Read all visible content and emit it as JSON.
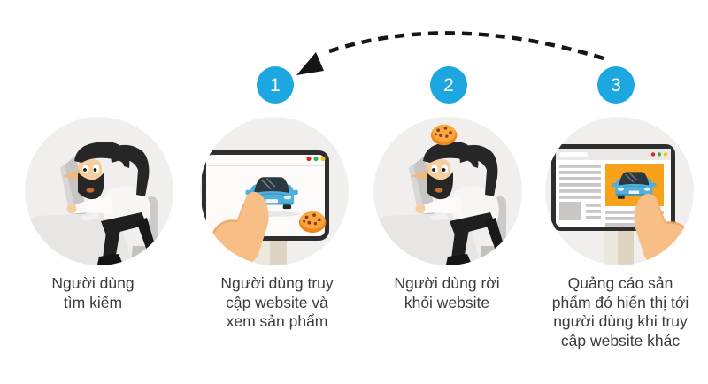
{
  "figures": [
    {
      "name": "user-searching",
      "badge": "",
      "caption_lines": [
        "Người dùng",
        "tìm kiếm"
      ]
    },
    {
      "name": "user-visits-website",
      "badge": "1",
      "caption_lines": [
        "Người dùng truy",
        "cập website và",
        "xem sản phẩm"
      ]
    },
    {
      "name": "user-leaves-website",
      "badge": "2",
      "caption_lines": [
        "Người dùng rời",
        "khỏi website"
      ]
    },
    {
      "name": "ad-displayed-on-other-websites",
      "badge": "3",
      "caption_lines": [
        "Quảng cáo sản",
        "phẩm đó hiển thị tới",
        "người dùng khi truy",
        "cập website khác"
      ]
    }
  ],
  "icons": {
    "person": "person-at-desk-icon",
    "monitor": "monitor-icon",
    "browser": "browser-window-icon",
    "traffic_lights": "browser-traffic-lights-icon",
    "car": "car-front-icon",
    "cookie": "cookie-icon",
    "hand": "pointing-hand-icon",
    "arrow": "dashed-curved-arrow-icon"
  },
  "colors": {
    "badge_blue": "#1DA7E0",
    "circle_gray": "#F0EFEE",
    "cookie_orange": "#F0861B",
    "ad_orange": "#F7A21A",
    "car_blue": "#4FB0DC",
    "hand_skin": "#F7BE85",
    "stand_beige": "#DDD5C1",
    "caption_text": "#3B3B3B",
    "arrow_black": "#151515",
    "dot_red": "#E0242A",
    "dot_green": "#39B54A",
    "dot_yellow": "#F5C21B"
  }
}
